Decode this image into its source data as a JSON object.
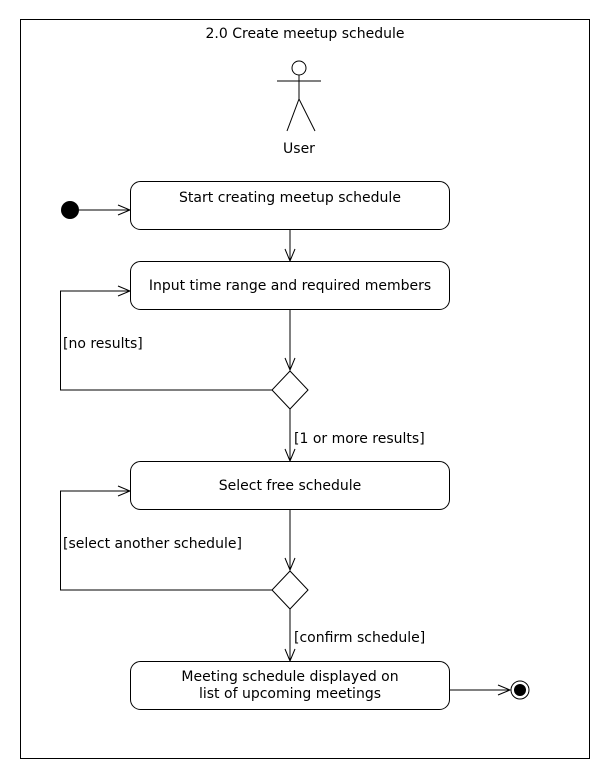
{
  "diagram": {
    "title": "2.0 Create meetup schedule",
    "actor_label": "User",
    "activities": {
      "start": "Start creating meetup schedule",
      "input": "Input time range and required members",
      "select": "Select free schedule",
      "display_line1": "Meeting schedule displayed on",
      "display_line2": "list of upcoming meetings"
    },
    "guards": {
      "no_results": "[no results]",
      "one_or_more": "[1 or more results]",
      "select_another": "[select another schedule]",
      "confirm": "[confirm schedule]"
    }
  }
}
